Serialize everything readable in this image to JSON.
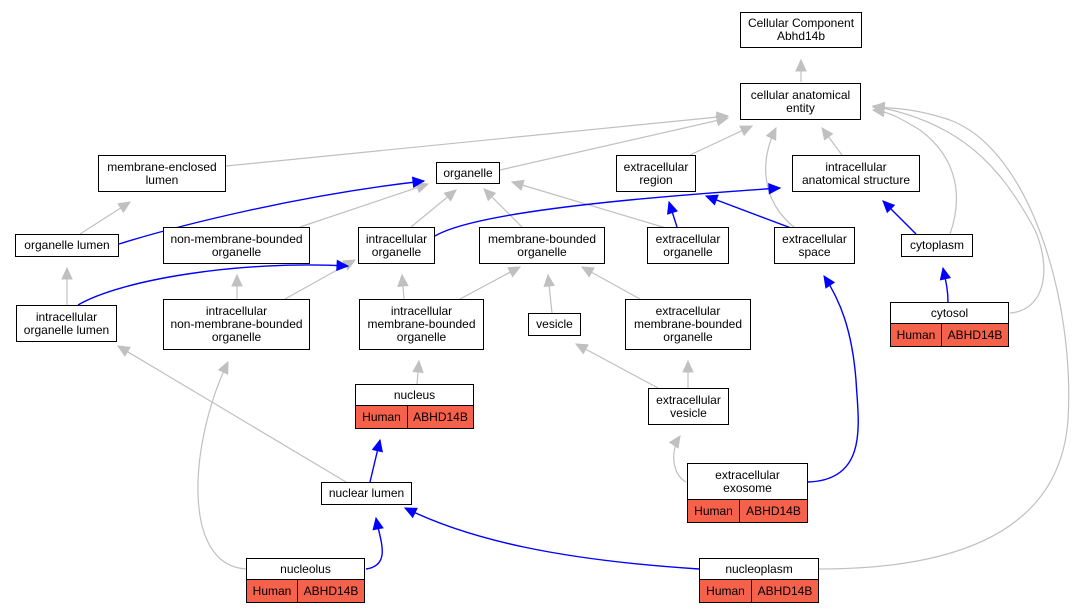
{
  "colors": {
    "gray_edge": "#c0c0c0",
    "blue_edge": "#0000ff",
    "annotation_fill": "#f5614b",
    "border": "#000000"
  },
  "nodes": {
    "root": {
      "label": "Cellular Component\nAbhd14b"
    },
    "cae": {
      "label": "cellular anatomical\nentity"
    },
    "mel": {
      "label": "membrane-enclosed\nlumen"
    },
    "org": {
      "label": "organelle"
    },
    "exreg": {
      "label": "extracellular\nregion"
    },
    "ias": {
      "label": "intracellular\nanatomical structure"
    },
    "ol": {
      "label": "organelle lumen"
    },
    "nmbo": {
      "label": "non-membrane-bounded\norganelle"
    },
    "io": {
      "label": "intracellular\norganelle"
    },
    "mbo": {
      "label": "membrane-bounded\norganelle"
    },
    "exo": {
      "label": "extracellular\norganelle"
    },
    "exsp": {
      "label": "extracellular\nspace"
    },
    "cyto": {
      "label": "cytoplasm"
    },
    "iol": {
      "label": "intracellular\norganelle lumen"
    },
    "inmbo": {
      "label": "intracellular\nnon-membrane-bounded\norganelle"
    },
    "imbo": {
      "label": "intracellular\nmembrane-bounded\norganelle"
    },
    "ves": {
      "label": "vesicle"
    },
    "exmbo": {
      "label": "extracellular\nmembrane-bounded\norganelle"
    },
    "cytosol": {
      "label": "cytosol",
      "species": "Human",
      "gene": "ABHD14B"
    },
    "nuc": {
      "label": "nucleus",
      "species": "Human",
      "gene": "ABHD14B"
    },
    "exves": {
      "label": "extracellular\nvesicle"
    },
    "nl": {
      "label": "nuclear lumen"
    },
    "exexo": {
      "label": "extracellular\nexosome",
      "species": "Human",
      "gene": "ABHD14B"
    },
    "nucleolus": {
      "label": "nucleolus",
      "species": "Human",
      "gene": "ABHD14B"
    },
    "nucleoplasm": {
      "label": "nucleoplasm",
      "species": "Human",
      "gene": "ABHD14B"
    }
  }
}
